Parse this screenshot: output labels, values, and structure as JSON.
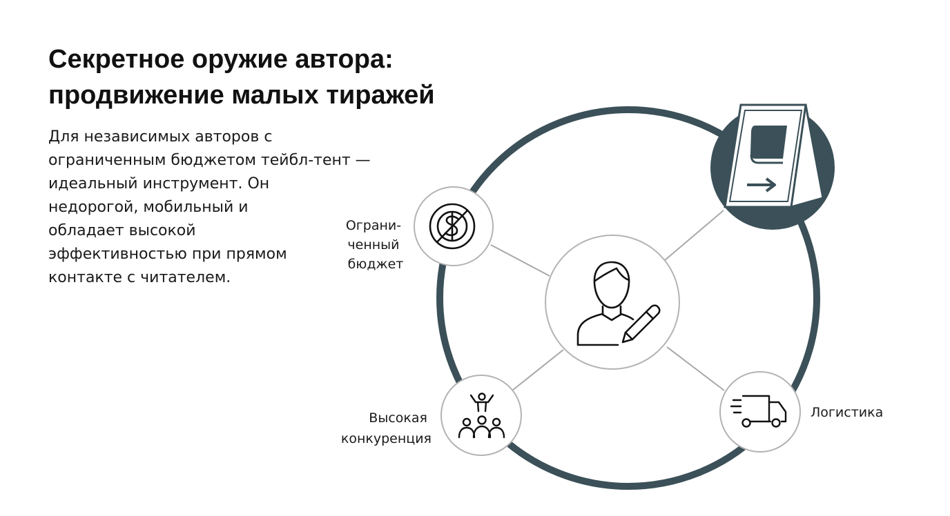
{
  "title": {
    "line1": "Секретное оружие автора:",
    "line2": "продвижение малых тиражей"
  },
  "description": {
    "lines": [
      "Для независимых авторов с",
      "ограниченным бюджетом тейбл-тент —",
      "идеальный инструмент. Он",
      "недорогой, мобильный и",
      "обладает высокой",
      "эффективностью при прямом",
      "контакте с читателем."
    ]
  },
  "diagram": {
    "center": {
      "icon": "author-with-pen-icon"
    },
    "nodes": {
      "budget": {
        "label_lines": [
          "Ограни-",
          "ченный",
          "бюджет"
        ],
        "icon": "no-dollar-icon"
      },
      "competition": {
        "label_lines": [
          "Высокая",
          "конкуренция"
        ],
        "icon": "audience-crowd-icon"
      },
      "logistics": {
        "label_lines": [
          "Логистика"
        ],
        "icon": "delivery-truck-icon"
      },
      "table_tent": {
        "icon": "table-tent-book-icon"
      }
    }
  },
  "colors": {
    "ring": "#3b5058",
    "accent_dark": "#3b5058",
    "node_border": "#b3b3b3",
    "connector": "#a8a8a8",
    "text": "#111111"
  }
}
